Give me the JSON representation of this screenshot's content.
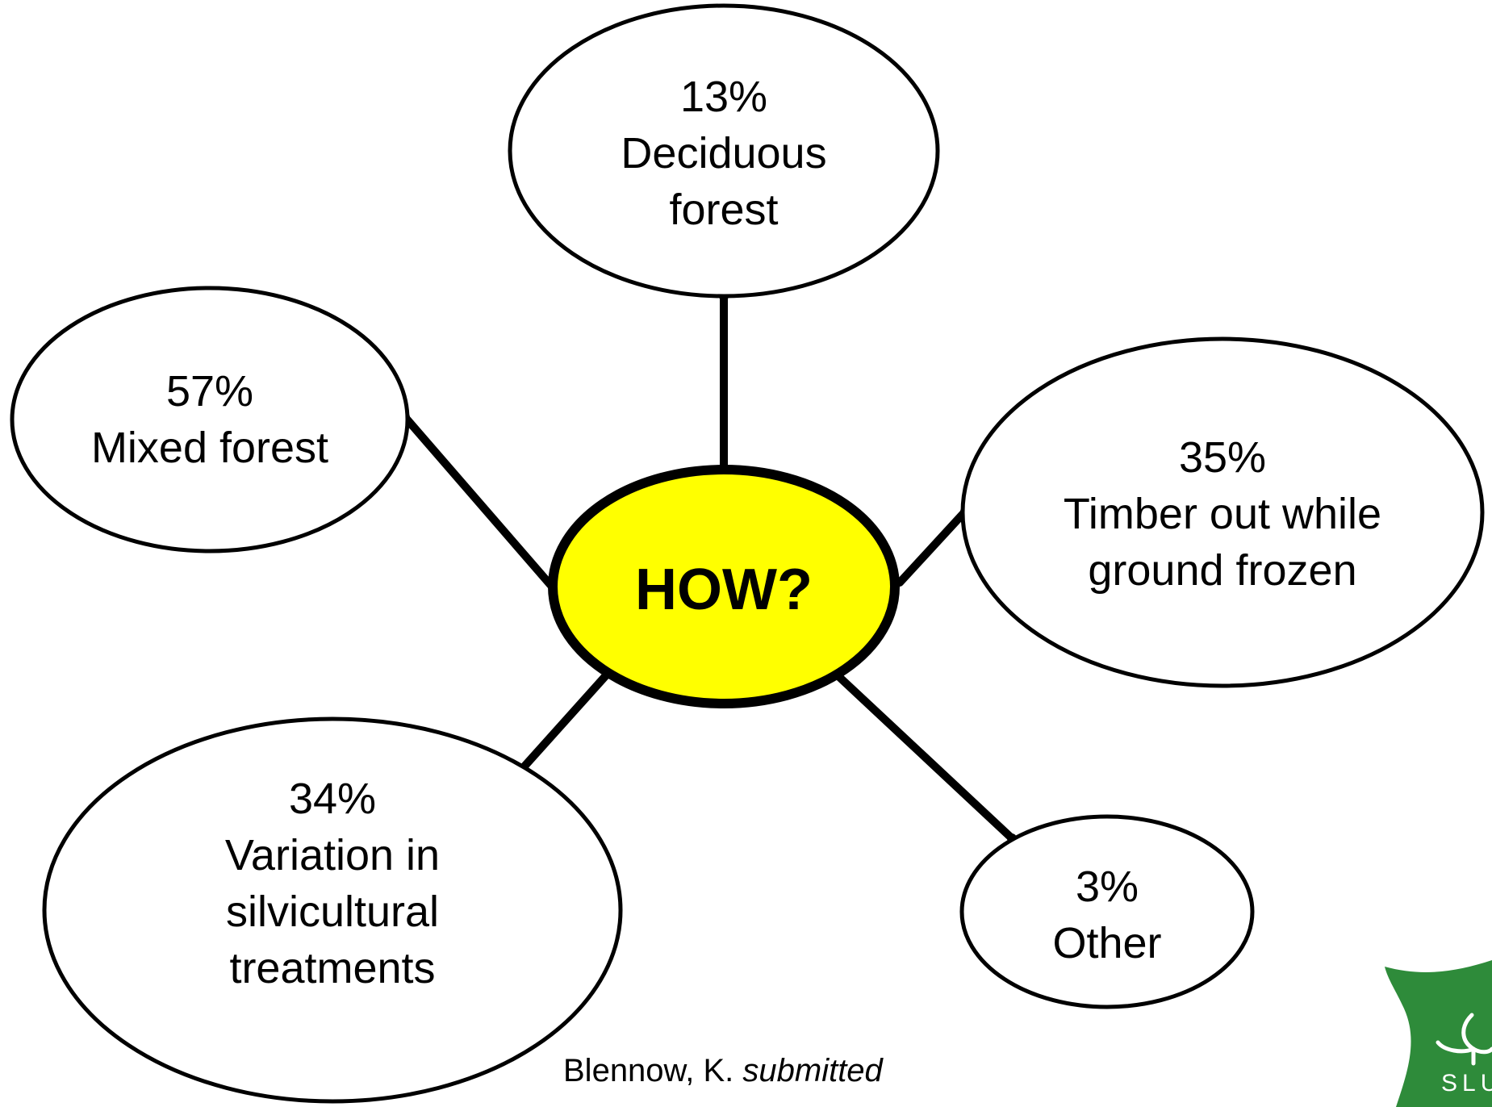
{
  "center": {
    "label": "HOW?",
    "fill": "#ffff00"
  },
  "nodes": [
    {
      "id": "deciduous",
      "lines": [
        "13%",
        "Deciduous",
        "forest"
      ]
    },
    {
      "id": "mixed",
      "lines": [
        "57%",
        "Mixed forest"
      ]
    },
    {
      "id": "timber",
      "lines": [
        "35%",
        "Timber out while",
        "ground frozen"
      ]
    },
    {
      "id": "variation",
      "lines": [
        "34%",
        "Variation in",
        "silvicultural",
        "treatments"
      ]
    },
    {
      "id": "other",
      "lines": [
        "3%",
        "Other"
      ]
    }
  ],
  "citation": {
    "author": "Blennow, K.",
    "status": "submitted"
  },
  "logo": {
    "text": "SLU",
    "color": "#2e8b3a"
  }
}
